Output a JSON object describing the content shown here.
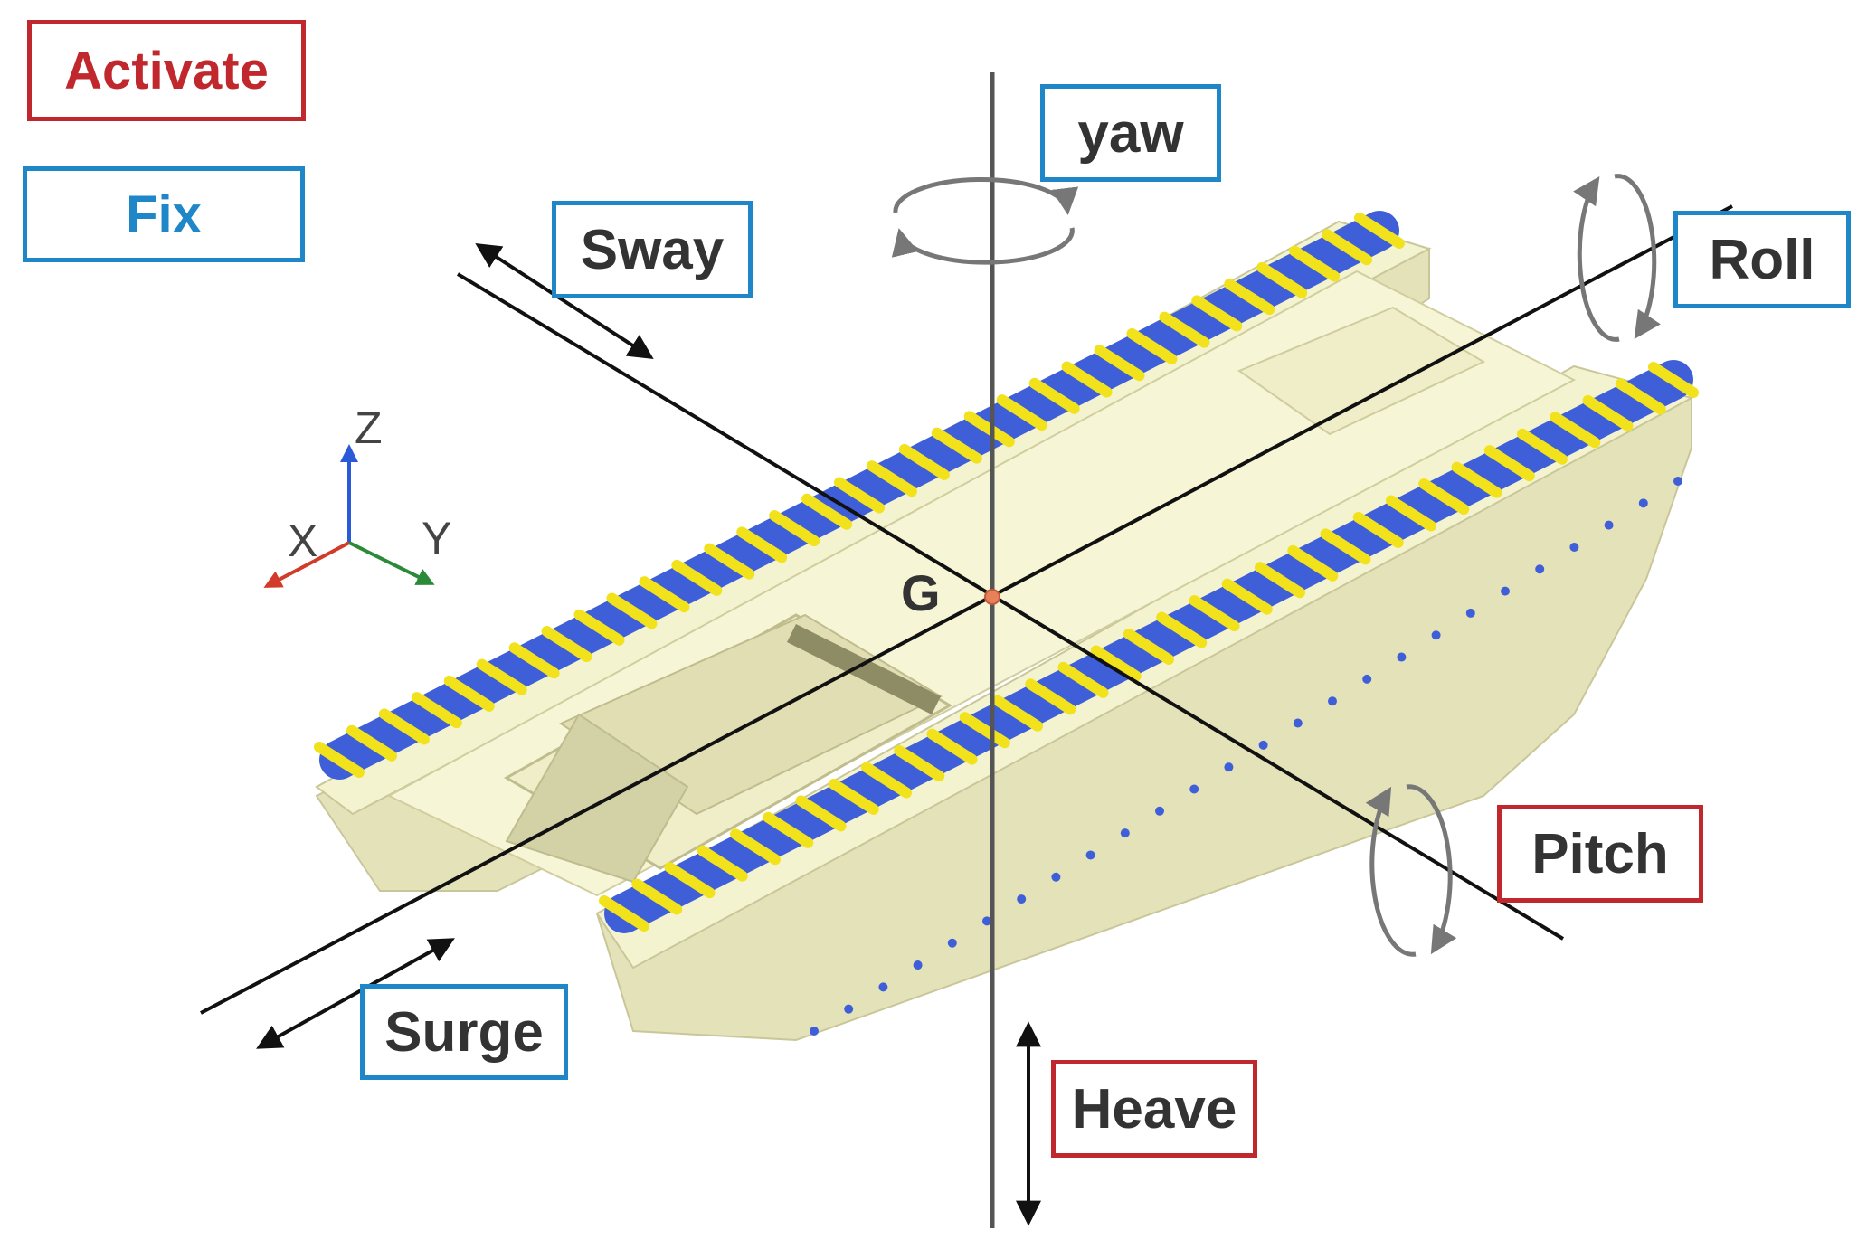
{
  "legend": {
    "activate": "Activate",
    "fix": "Fix"
  },
  "dof_labels": {
    "yaw": "yaw",
    "sway": "Sway",
    "roll": "Roll",
    "pitch": "Pitch",
    "surge": "Surge",
    "heave": "Heave"
  },
  "center_label": "G",
  "coordinate_axes": {
    "x": "X",
    "y": "Y",
    "z": "Z"
  },
  "colors": {
    "activate_border": "#c0282d",
    "fix_border": "#1f86c8",
    "hull": "#f2f1c8",
    "hull_shade": "#dedcb0",
    "track_blue": "#3f5fd8",
    "track_yellow": "#f1e21c",
    "center_point": "#e8805a",
    "x_axis": "#d23a2a",
    "y_axis": "#2a8a3a",
    "z_axis": "#2a5ad8"
  },
  "dof_states": {
    "yaw": "fixed",
    "sway": "fixed",
    "roll": "fixed",
    "pitch": "active",
    "surge": "fixed",
    "heave": "active"
  }
}
